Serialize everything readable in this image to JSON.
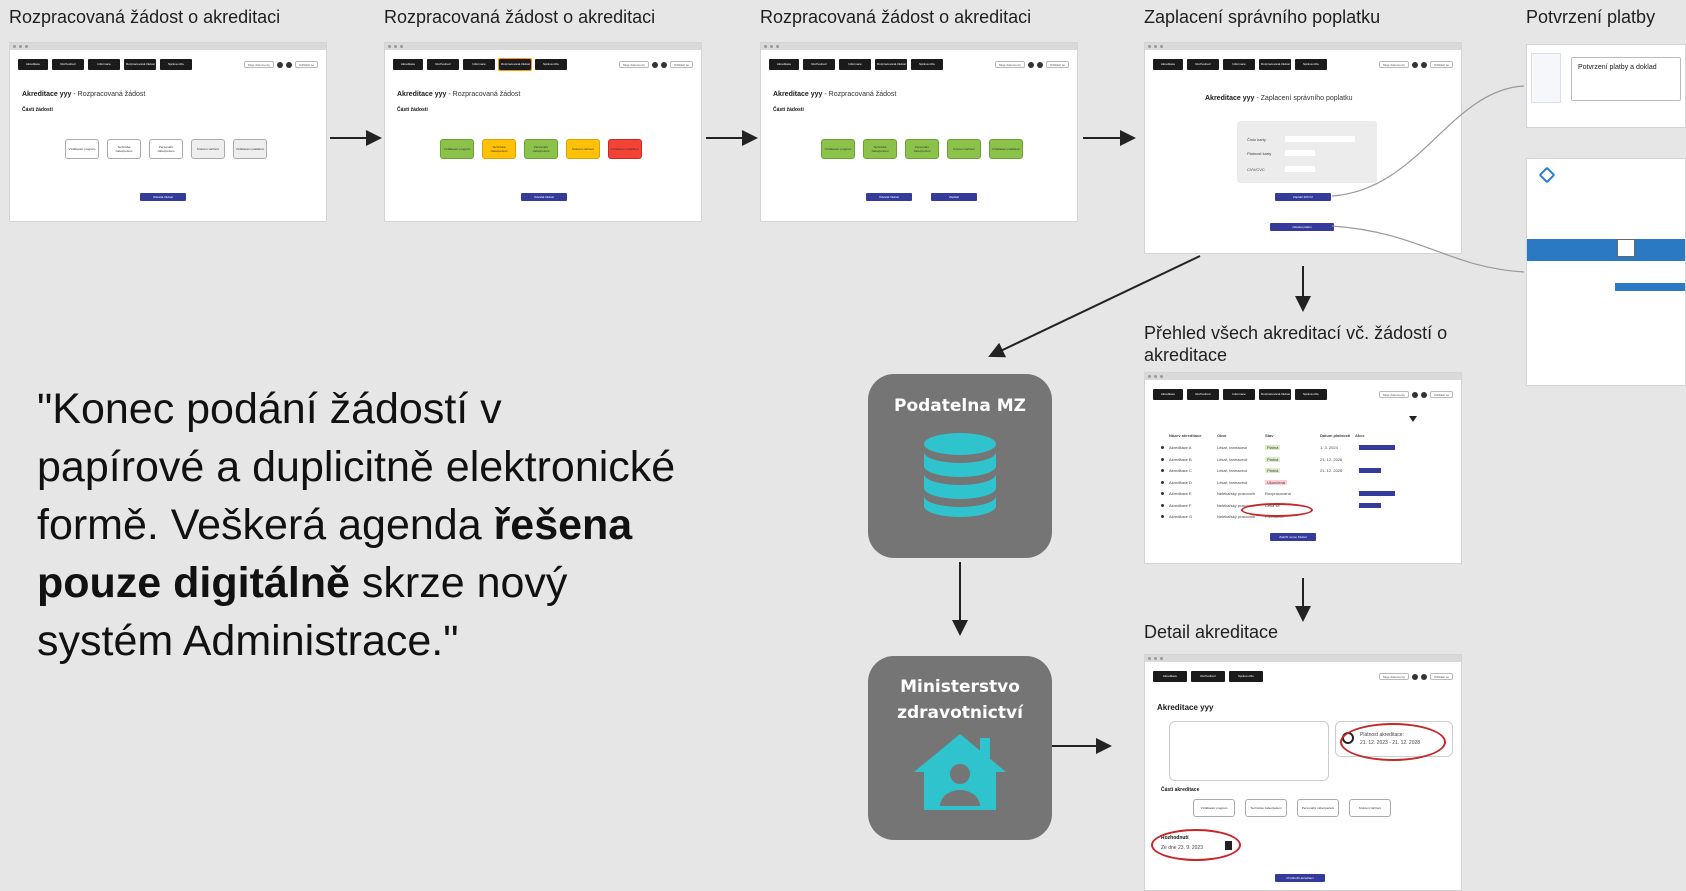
{
  "captions": {
    "c1": "Rozpracovaná žádost o akreditaci",
    "c2": "Rozpracovaná žádost o akreditaci",
    "c3": "Rozpracovaná žádost o akreditaci",
    "c4": "Zaplacení správního poplatku",
    "c5": "Potvrzení platby",
    "c6": "Přehled všech akreditací vč. žádostí o akreditace",
    "c7": "Detail akreditace"
  },
  "quote": {
    "before": "\"Konec podání žádostí v papírové a duplicitně elektronické formě. Veškerá agenda ",
    "bold": "řešena pouze digitálně",
    "after": " skrze nový systém Administrace.\""
  },
  "nodes": {
    "podatelna": "Podatelna MZ",
    "ministerstvo": "Ministerstvo zdravotnictví"
  },
  "colors": {
    "background": "#e6e6e6",
    "node": "#757575",
    "node_icon": "#2fc3ce",
    "button": "#343b9b",
    "green": "#8bc34a",
    "orange": "#ffc107",
    "red": "#f44336",
    "annotation": "#c62828"
  },
  "mock": {
    "nav": [
      "Akreditace",
      "Rozhodnutí",
      "Informace",
      "Rozpracovaná žádost",
      "Správa účtu"
    ],
    "pill1": "Moje dokumenty",
    "pill2": "Odhlásit se",
    "title": "Akreditace yyy",
    "subtitle_draft": "- Rozpracovaná žádost",
    "subtitle_fee": "- Zaplacení správního poplatku",
    "section_parts": "Části žádosti",
    "chips": [
      "Vzdělávací program",
      "Technické zabezpečení",
      "Personální zabezpečení",
      "Smluvní zařízení",
      "Vzdělávací praktikum"
    ],
    "btn_send": "Odeslat žádost",
    "btn_pay": "Zaplatit",
    "fee_rows": [
      "Číslo karty",
      "Platnost karty",
      "CVV/CVC"
    ],
    "btn_pay_card": "Zaplatit 300 Kč",
    "btn_payment_link": "Odeslat platbu",
    "receipt_title": "Potvrzení platby a doklad",
    "list_head": [
      "Název akreditace",
      "Obor",
      "Stav",
      "Datum platnosti",
      "Akce"
    ],
    "list_rows": [
      [
        "Akreditace A",
        "Lékař, farmaceut",
        "Platná",
        "1. 3. 2024"
      ],
      [
        "Akreditace B",
        "Lékař, farmaceut",
        "Platná",
        "21. 12. 2026"
      ],
      [
        "Akreditace C",
        "Lékař, farmaceut",
        "Platná",
        "21. 12. 2026"
      ],
      [
        "Akreditace D",
        "Lékař, farmaceut",
        "Ukončená",
        ""
      ],
      [
        "Akreditace E",
        "Nelékařský pracovník",
        "Rozpracovaná",
        ""
      ],
      [
        "Akreditace F",
        "Nelékařský pracovník",
        "Čeká se",
        ""
      ],
      [
        "Akreditace G",
        "Nelékařský pracovník",
        "Přerušeno",
        ""
      ]
    ],
    "btn_new": "Založit novou žádost",
    "detail_title": "Akreditace yyy",
    "validity_label": "Platnost akreditace:",
    "validity_value": "21. 12. 2023 - 21. 12. 2028",
    "parts_title": "Části akreditace",
    "decision_label": "Rozhodnutí",
    "decision_value": "Ze dne 23. 9. 2023",
    "btn_extend": "Prodloužit akreditaci"
  }
}
